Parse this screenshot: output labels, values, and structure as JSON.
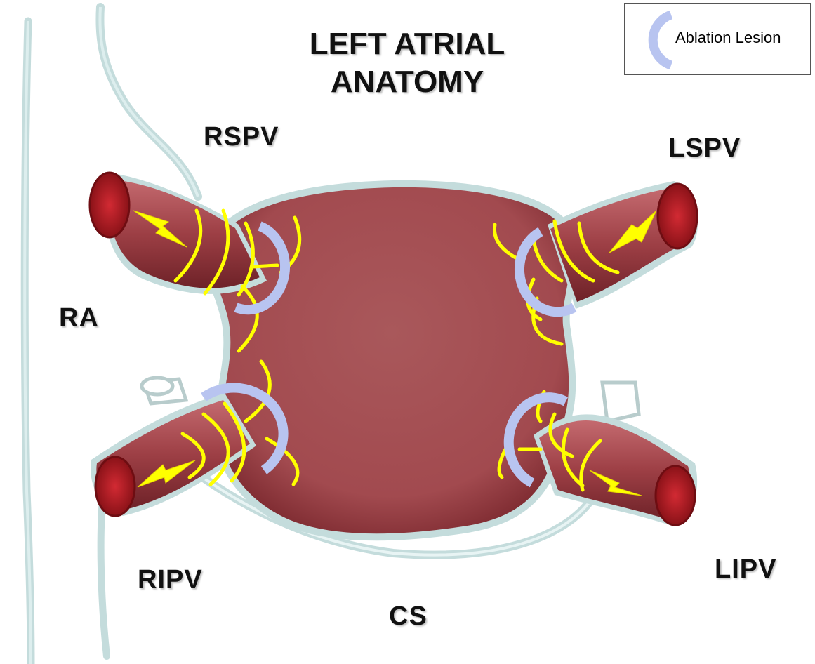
{
  "title": {
    "line1": "LEFT ATRIAL",
    "line2": "ANATOMY"
  },
  "labels": {
    "rspv": "RSPV",
    "lspv": "LSPV",
    "ra": "RA",
    "ripv": "RIPV",
    "lipv": "LIPV",
    "cs": "CS"
  },
  "legend": {
    "text": "Ablation Lesion",
    "icon": "ablation-lesion-arc-icon"
  },
  "colors": {
    "atrium": "#a9474c",
    "vessel_outline": "#c4dcdc",
    "vein_ostium": "#b81c25",
    "lesion": "#b8c4f0",
    "wavefront": "#ffff00",
    "lightning": "#ffff00"
  }
}
